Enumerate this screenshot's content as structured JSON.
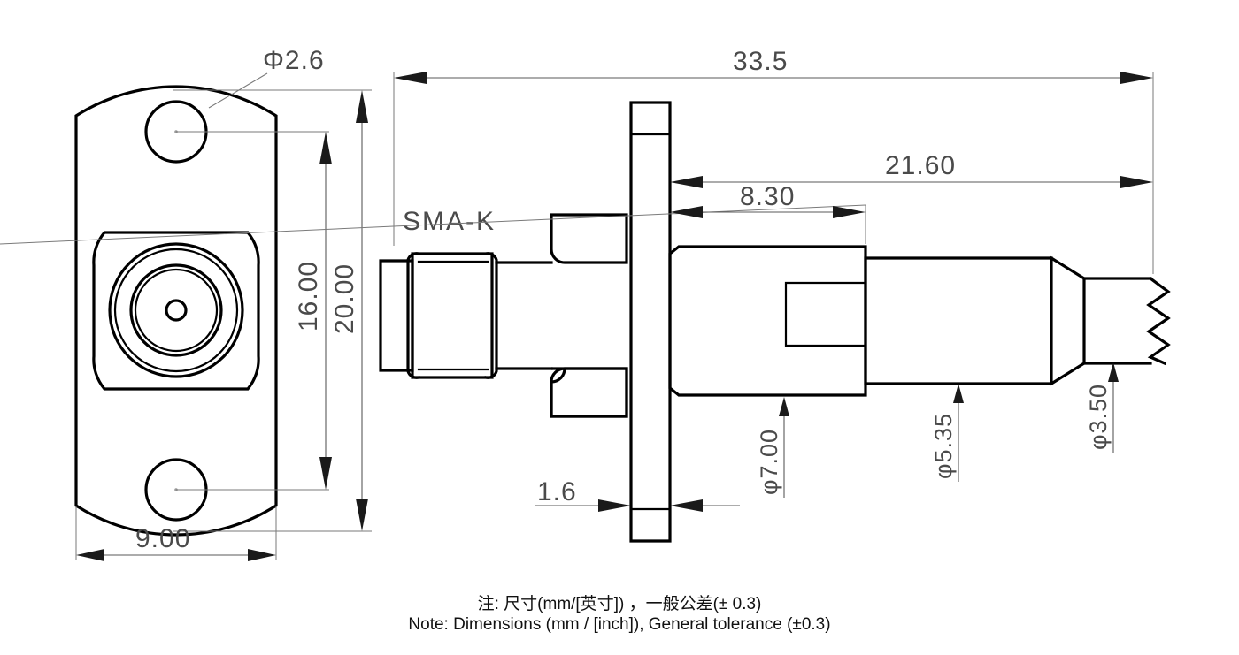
{
  "drawing": {
    "title": "SMA-K panel mount coaxial connector - dimensioned engineering drawing",
    "line_color": "#000000",
    "dim_color": "#4a4a4a",
    "background": "#ffffff"
  },
  "part_label": {
    "connector_type": "SMA-K"
  },
  "front_view": {
    "name": "front-flange-view",
    "dimensions": {
      "hole_diameter": "Φ2.6",
      "hole_spacing": "16.00",
      "flange_height": "20.00",
      "flange_width": "9.00"
    }
  },
  "side_view": {
    "name": "side-section-view",
    "dimensions": {
      "overall_length": "33.5",
      "body_length": "21.60",
      "shoulder_length": "8.30",
      "flange_thickness": "1.6",
      "flange_diameter": "φ7.00",
      "body_diameter": "φ5.35",
      "tail_diameter": "φ3.50"
    }
  },
  "notes": {
    "chinese": "注: 尺寸(mm/[英寸]) ，一般公差(± 0.3)",
    "english": "Note: Dimensions (mm / [inch]), General tolerance (±0.3)"
  }
}
